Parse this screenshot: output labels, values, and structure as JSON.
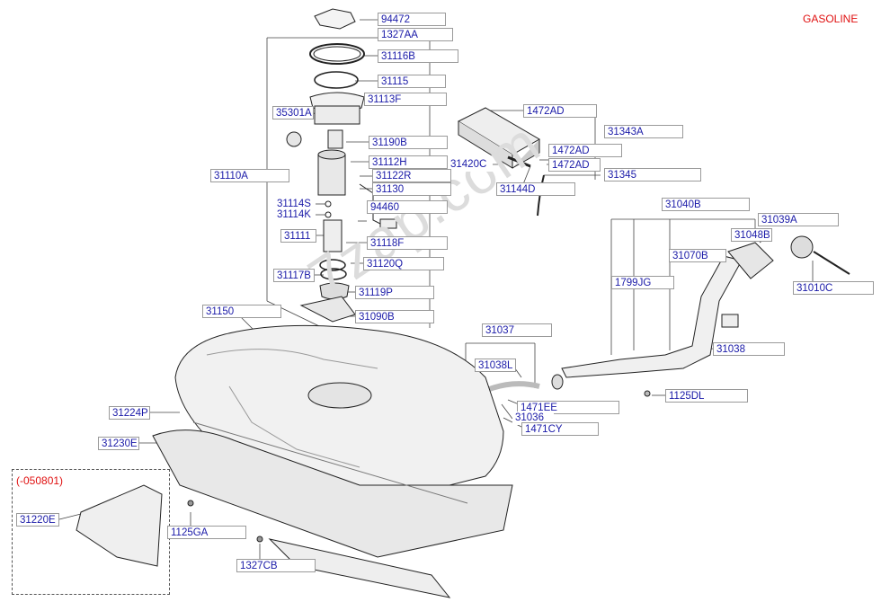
{
  "header": {
    "fuel_type": "GASOLINE"
  },
  "watermark": "7zap.com",
  "inset": {
    "variant_code": "(-050801)"
  },
  "labels": {
    "p94472": "94472",
    "p1327AA": "1327AA",
    "p31116B": "31116B",
    "p31115": "31115",
    "p31113F": "31113F",
    "p35301A": "35301A",
    "p1472AD_top": "1472AD",
    "p31343A": "31343A",
    "p31190B": "31190B",
    "p1472AD_mid": "1472AD",
    "p31112H": "31112H",
    "p31420C": "31420C",
    "p1472AD_low": "1472AD",
    "p31110A": "31110A",
    "p31122R": "31122R",
    "p31345": "31345",
    "p31130": "31130",
    "p31144D": "31144D",
    "p31114S": "31114S",
    "p94460": "94460",
    "p31114K": "31114K",
    "p31040B": "31040B",
    "p31039A": "31039A",
    "p31111": "31111",
    "p31118F": "31118F",
    "p31048B": "31048B",
    "p31070B": "31070B",
    "p31120Q": "31120Q",
    "p31117B": "31117B",
    "p1799JG": "1799JG",
    "p31010C": "31010C",
    "p31119P": "31119P",
    "p31090B": "31090B",
    "p31150": "31150",
    "p31037": "31037",
    "p31038": "31038",
    "p31038L": "31038L",
    "p1125DL": "1125DL",
    "p1471EE": "1471EE",
    "p31224P": "31224P",
    "p31036": "31036",
    "p1471CY": "1471CY",
    "p31230E": "31230E",
    "p31220E": "31220E",
    "p1125GA": "1125GA",
    "p1327CB": "1327CB"
  },
  "colors": {
    "label_text": "#1a1aa8",
    "label_border": "#9a9a9a",
    "accent_red": "#e01010",
    "line": "#333333"
  }
}
